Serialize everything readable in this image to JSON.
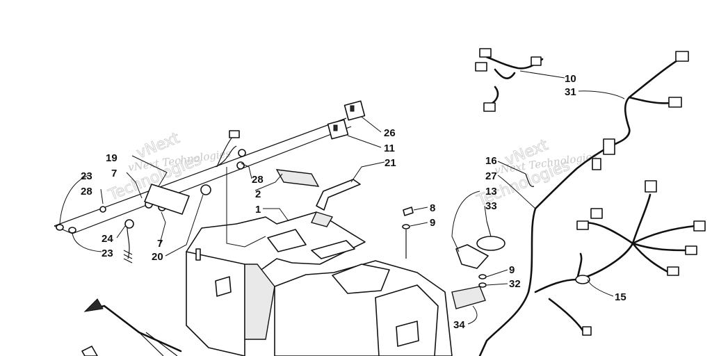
{
  "callouts": [
    {
      "id": "c1",
      "text": "1"
    },
    {
      "id": "c2",
      "text": "2"
    },
    {
      "id": "c7a",
      "text": "7"
    },
    {
      "id": "c7b",
      "text": "7"
    },
    {
      "id": "c8",
      "text": "8"
    },
    {
      "id": "c9a",
      "text": "9"
    },
    {
      "id": "c9b",
      "text": "9"
    },
    {
      "id": "c10",
      "text": "10"
    },
    {
      "id": "c11",
      "text": "11"
    },
    {
      "id": "c13",
      "text": "13"
    },
    {
      "id": "c15",
      "text": "15"
    },
    {
      "id": "c16",
      "text": "16"
    },
    {
      "id": "c19",
      "text": "19"
    },
    {
      "id": "c20",
      "text": "20"
    },
    {
      "id": "c21",
      "text": "21"
    },
    {
      "id": "c23a",
      "text": "23"
    },
    {
      "id": "c23b",
      "text": "23"
    },
    {
      "id": "c24",
      "text": "24"
    },
    {
      "id": "c26",
      "text": "26"
    },
    {
      "id": "c27",
      "text": "27"
    },
    {
      "id": "c28a",
      "text": "28"
    },
    {
      "id": "c28b",
      "text": "28"
    },
    {
      "id": "c31",
      "text": "31"
    },
    {
      "id": "c32",
      "text": "32"
    },
    {
      "id": "c33",
      "text": "33"
    },
    {
      "id": "c34",
      "text": "34"
    }
  ],
  "watermark": {
    "line1": "vNext Technologies",
    "line2": "vNext Technologies",
    "big": "vNext"
  }
}
